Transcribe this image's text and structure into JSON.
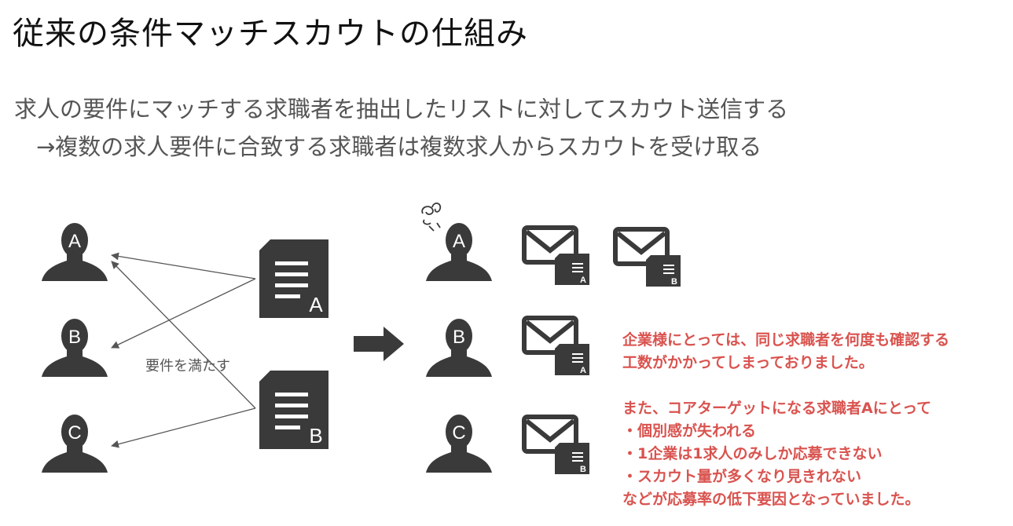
{
  "title": "従来の条件マッチスカウトの仕組み",
  "subtitle_line1": "求人の要件にマッチする求職者を抽出したリストに対してスカウト送信する",
  "subtitle_line2": "→複数の求人要件に合致する求職者は複数求人からスカウトを受け取る",
  "left_people": [
    "A",
    "B",
    "C"
  ],
  "documents": [
    "A",
    "B"
  ],
  "requirement_label": "要件を満たす",
  "right_people": [
    "A",
    "B",
    "C"
  ],
  "envelopes": {
    "a1": "A",
    "a2": "B",
    "b1": "A",
    "c1": "B"
  },
  "note_company": [
    "企業様にとっては、同じ求職者を何度も確認する",
    "工数がかかってしまっておりました。"
  ],
  "note_candidate": [
    "また、コアターゲットになる求職者Aにとって",
    "・個別感が失われる",
    "・1企業は1求人のみしか応募できない",
    "・スカウト量が多くなり見きれない",
    "などが応募率の低下要因となっていました。"
  ],
  "colors": {
    "icon": "#3a3a3a",
    "note": "#d9534f",
    "text": "#555555"
  }
}
